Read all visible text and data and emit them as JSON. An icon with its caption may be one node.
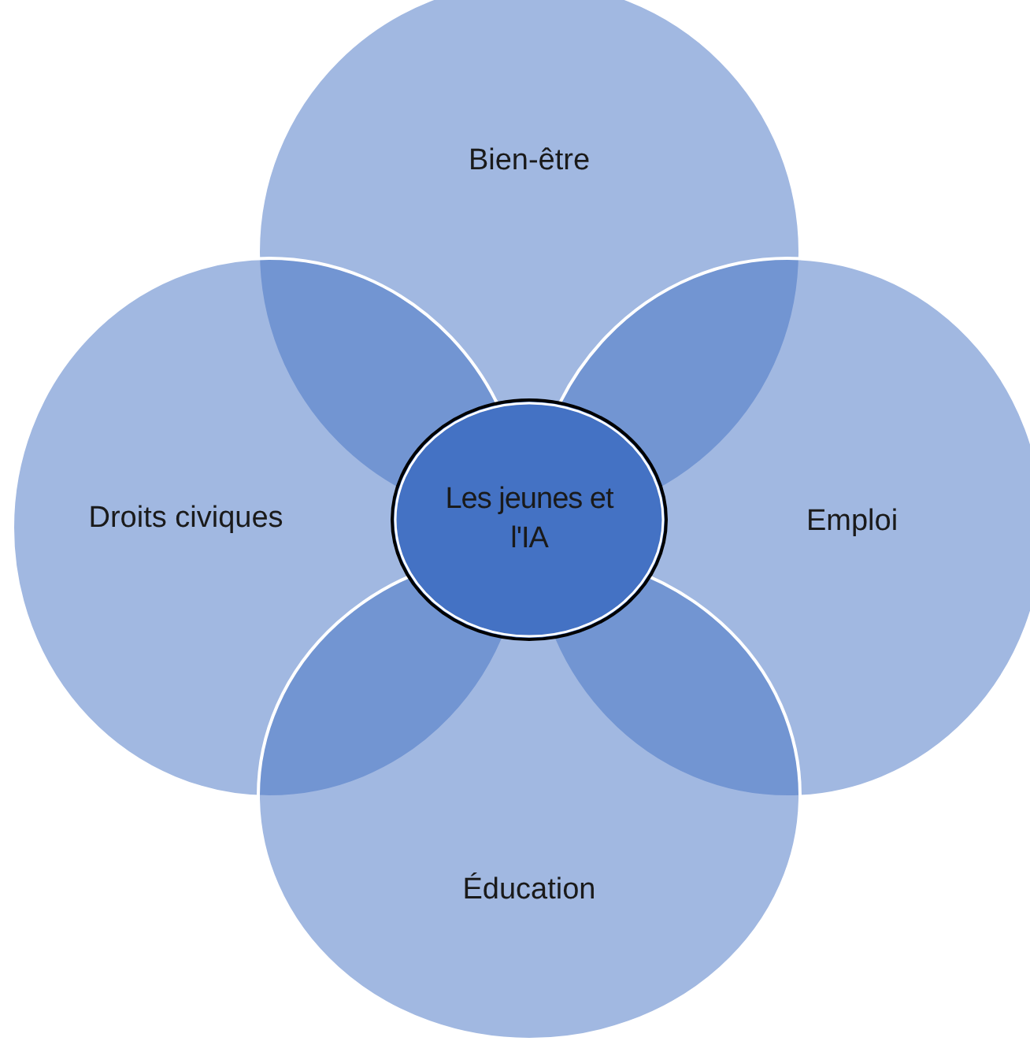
{
  "diagram": {
    "nodes": [
      {
        "text": [
          "Bien-être"
        ]
      },
      {
        "text": [
          "Droits civiques"
        ]
      },
      {
        "text": [
          "Les jeunes et l'IA"
        ]
      },
      {
        "text": [
          "Emploi"
        ]
      },
      {
        "text": [
          "Éducation"
        ]
      }
    ]
  }
}
